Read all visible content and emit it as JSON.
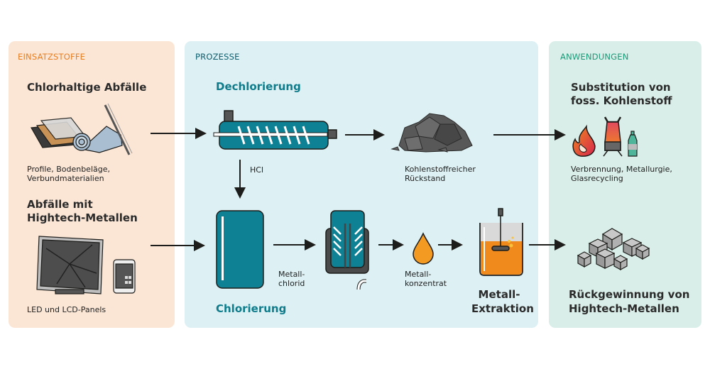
{
  "colors": {
    "einsatzstoffe_panel": "#fbe6d6",
    "prozesse_panel": "#ddf0f3",
    "anwendungen_panel": "#d9eee8",
    "einsatzstoffe_title": "#e87e22",
    "prozesse_title": "#0d5e6e",
    "anwendungen_title": "#1a9a78",
    "process_heading": "#0f7c8c",
    "reactor": "#0e8294",
    "orange": "#f08a1c"
  },
  "einsatzstoffe": {
    "title": "EINSATZSTOFFE",
    "input1": {
      "heading": "Chlorhaltige Abfälle",
      "icon": "plastic-sheets-roll-icon",
      "caption_line1": "Profile, Bodenbeläge,",
      "caption_line2": "Verbundmaterialien"
    },
    "input2": {
      "heading_line1": "Abfälle mit",
      "heading_line2": "Hightech-Metallen",
      "icon": "broken-monitor-tablet-icon",
      "caption": "LED und LCD-Panels"
    }
  },
  "prozesse": {
    "title": "PROZESSE",
    "dechlorierung": {
      "heading": "Dechlorierung",
      "icon": "screw-reactor-icon",
      "byproduct_label": "HCl",
      "output_icon": "coal-pile-icon",
      "output_line1": "Kohlenstoffreicher",
      "output_line2": "Rückstand"
    },
    "chlorierung": {
      "heading": "Chlorierung",
      "icon": "chlorination-reactor-icon",
      "output_line1": "Metall-",
      "output_line2": "chlorid",
      "filter_icon": "condenser-icon",
      "concentrate_icon": "drop-icon",
      "concentrate_line1": "Metall-",
      "concentrate_line2": "konzentrat"
    },
    "extraktion": {
      "heading_line1": "Metall-",
      "heading_line2": "Extraktion",
      "icon": "stirred-tank-icon"
    }
  },
  "anwendungen": {
    "title": "ANWENDUNGEN",
    "app1": {
      "heading_line1": "Substitution von",
      "heading_line2": "foss. Kohlenstoff",
      "icons": [
        "flame-icon",
        "furnace-icon",
        "bottle-icon"
      ],
      "caption_line1": "Verbrennung, Metallurgie,",
      "caption_line2": "Glasrecycling"
    },
    "app2": {
      "heading_line1": "Rückgewinnung von",
      "heading_line2": "Hightech-Metallen",
      "icon": "metal-cubes-icon"
    }
  }
}
